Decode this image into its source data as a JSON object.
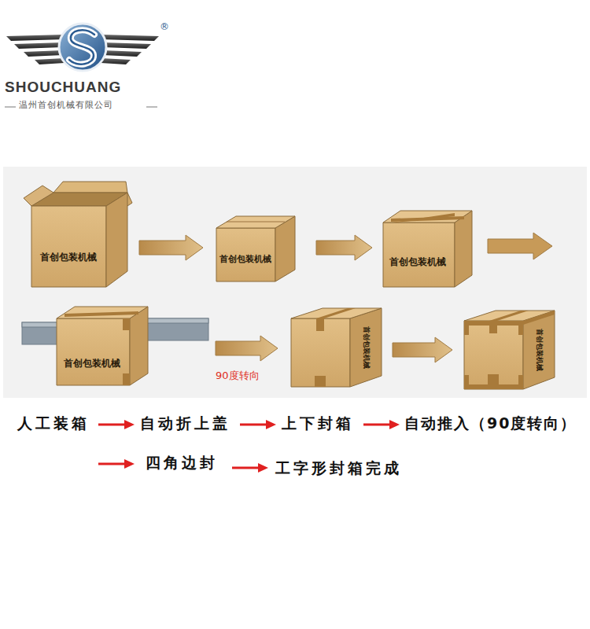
{
  "diagram": {
    "nodes": [
      {
        "text": [
          "首创包装机械"
        ]
      },
      {
        "text": [
          "首创包装机械"
        ]
      },
      {
        "text": [
          "首创包装机械"
        ]
      },
      {
        "text": [
          "首创包装机械"
        ]
      },
      {
        "text": [
          "首创包装机械"
        ]
      },
      {
        "text": [
          "首创包装机械"
        ]
      }
    ],
    "edges": [
      {
        "from": 0,
        "to": 1,
        "arrow": "to"
      },
      {
        "from": 1,
        "to": 2,
        "arrow": "to"
      },
      {
        "from": 3,
        "to": 4,
        "arrow": "to",
        "label": "90度转向"
      },
      {
        "from": 4,
        "to": 5,
        "arrow": "to"
      }
    ],
    "labels": [
      "®",
      "SHOUCHUANG",
      "温州首创机械有限公司",
      "人工装箱",
      "自动折上盖",
      "上下封箱",
      "自动推入（90度转向）",
      "四角边封",
      "工字形封箱完成"
    ]
  }
}
